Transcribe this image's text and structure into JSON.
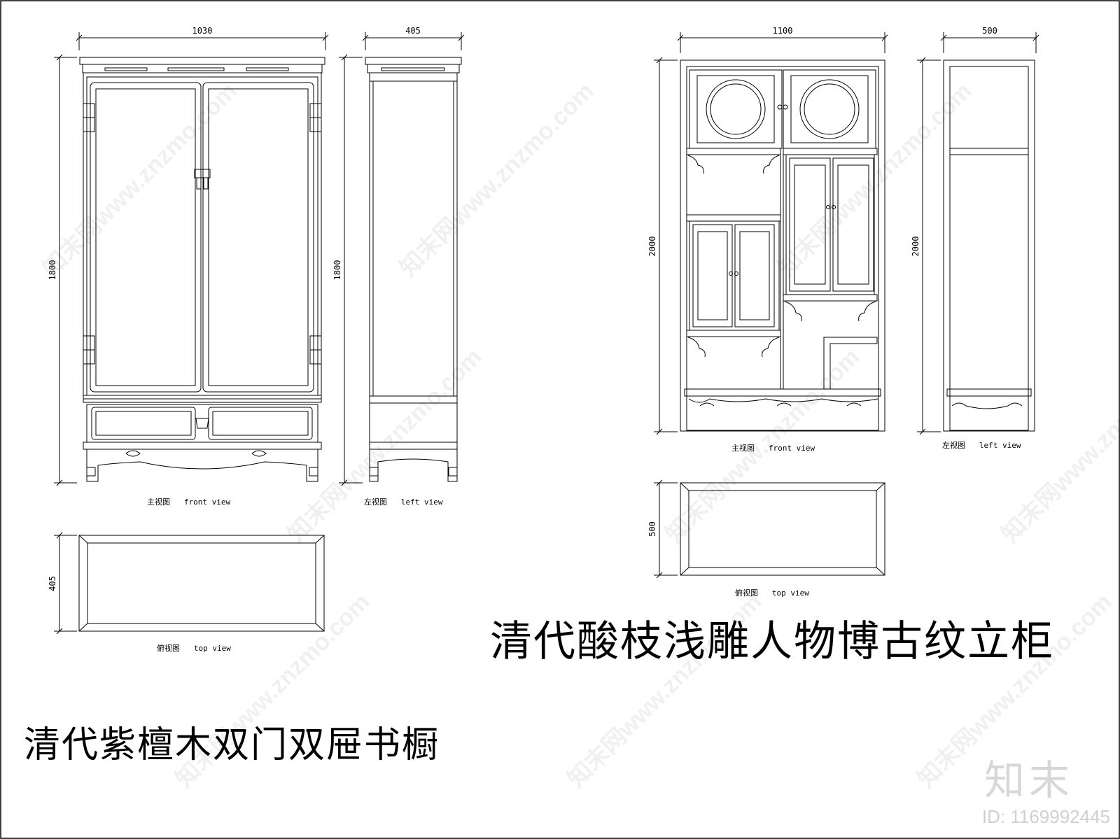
{
  "dimensions": {
    "left_front_width": "1030",
    "left_side_width": "405",
    "left_height_front": "1800",
    "left_height_side": "1800",
    "left_depth_top": "405",
    "right_front_width": "1100",
    "right_side_width": "500",
    "right_height_front": "2000",
    "right_height_side": "2000",
    "right_depth_top": "500"
  },
  "captions": {
    "left_front": "主视图   front view",
    "left_side": "左视图   left view",
    "left_top": "俯视图   top view",
    "right_front": "主视图   front view",
    "right_side": "左视图   left view",
    "right_top": "俯视图   top view"
  },
  "titles": {
    "right": "清代酸枝浅雕人物博古纹立柜",
    "left": "清代紫檀木双门双屉书橱"
  },
  "brand": "知末",
  "asset_id": "ID: 1169992445",
  "watermark": "知末网www.znzmo.com"
}
